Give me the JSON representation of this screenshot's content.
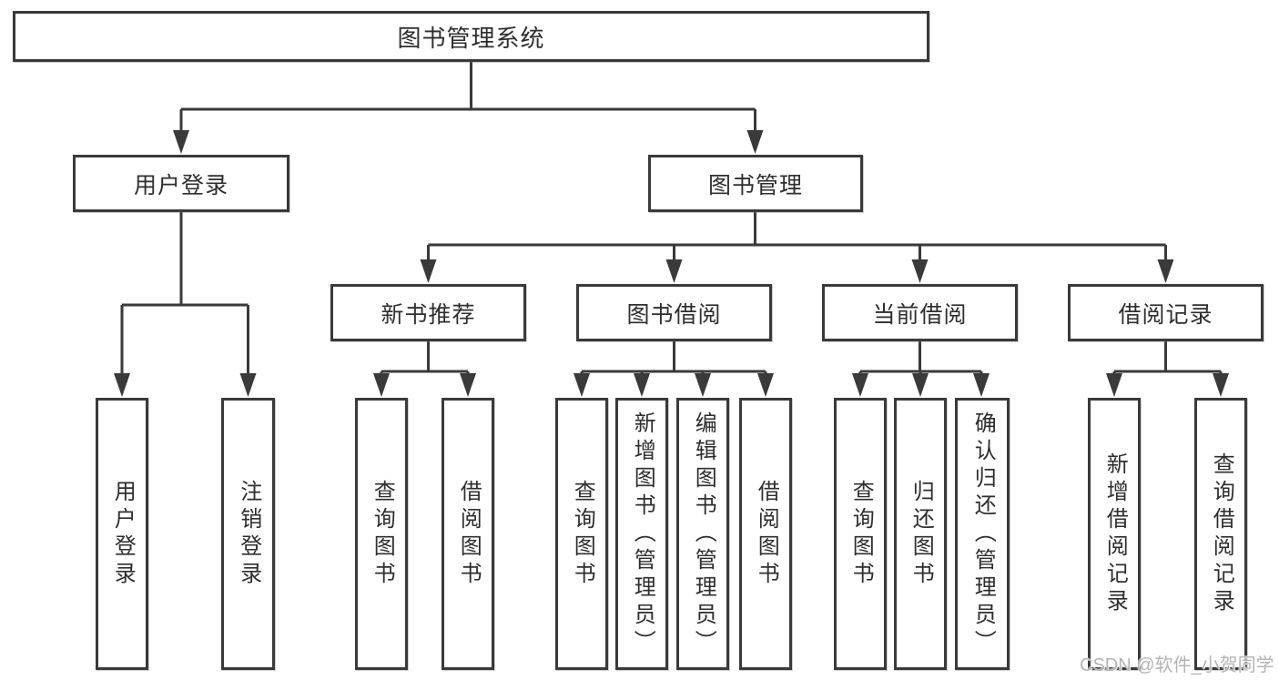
{
  "tree": {
    "root": {
      "label": "图书管理系统"
    },
    "children": [
      {
        "label": "用户登录",
        "children": [
          {
            "label": "用户登录"
          },
          {
            "label": "注销登录"
          }
        ]
      },
      {
        "label": "图书管理",
        "children": [
          {
            "label": "新书推荐",
            "children": [
              {
                "label": "查询图书"
              },
              {
                "label": "借阅图书"
              }
            ]
          },
          {
            "label": "图书借阅",
            "children": [
              {
                "label": "查询图书"
              },
              {
                "label": "新增图书（管理员）"
              },
              {
                "label": "编辑图书（管理员）"
              },
              {
                "label": "借阅图书"
              }
            ]
          },
          {
            "label": "当前借阅",
            "children": [
              {
                "label": "查询图书"
              },
              {
                "label": "归还图书"
              },
              {
                "label": "确认归还（管理员）"
              }
            ]
          },
          {
            "label": "借阅记录",
            "children": [
              {
                "label": "新增借阅记录"
              },
              {
                "label": "查询借阅记录"
              }
            ]
          }
        ]
      }
    ]
  },
  "watermark": {
    "text": "CSDN @软件_小贺同学"
  },
  "colors": {
    "line": "#3a3a3a",
    "box_border": "#3a3a3a",
    "text": "#2e2e2e",
    "background": "#ffffff",
    "watermark": "#b4b4b4"
  }
}
